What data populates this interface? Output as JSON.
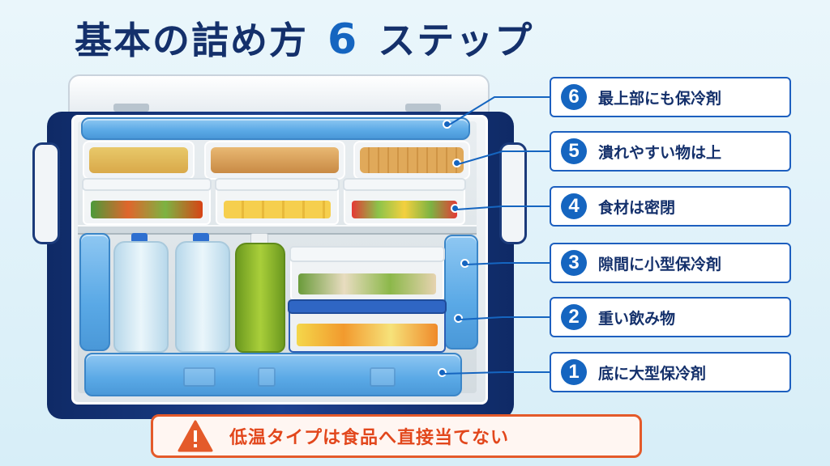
{
  "title": {
    "main": "基本の詰め方",
    "number": "6",
    "suffix": "ステップ"
  },
  "steps": [
    {
      "number": "6",
      "label": "最上部にも保冷剤"
    },
    {
      "number": "5",
      "label": "潰れやすい物は上"
    },
    {
      "number": "4",
      "label": "食材は密閉"
    },
    {
      "number": "3",
      "label": "隙間に小型保冷剤"
    },
    {
      "number": "2",
      "label": "重い飲み物"
    },
    {
      "number": "1",
      "label": "底に大型保冷剤"
    }
  ],
  "warning": {
    "text": "低温タイプは食品へ直接当てない",
    "icon": "warning-triangle-icon"
  },
  "colors": {
    "accent": "#1565c0",
    "navy": "#14306b",
    "warning": "#e45a2a",
    "ice": "#5aa9e6"
  }
}
